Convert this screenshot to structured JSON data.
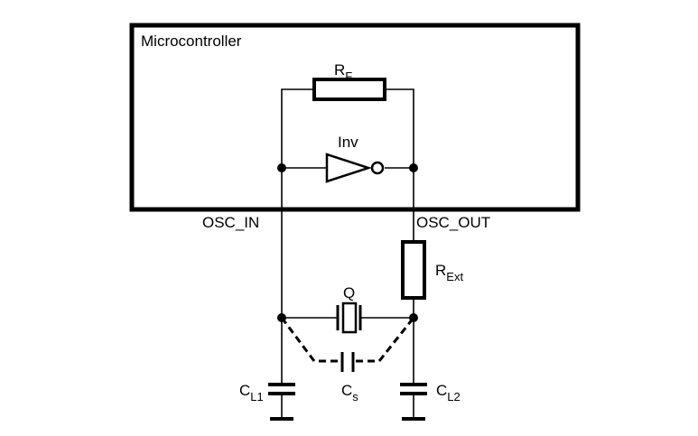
{
  "block": {
    "title": "Microcontroller"
  },
  "components": {
    "rf": {
      "main": "R",
      "sub": "F"
    },
    "inv": {
      "label": "Inv"
    },
    "rext": {
      "main": "R",
      "sub": "Ext"
    },
    "quartz": {
      "label": "Q"
    },
    "cs": {
      "main": "C",
      "sub": "s"
    },
    "cl1": {
      "main": "C",
      "sub": "L1"
    },
    "cl2": {
      "main": "C",
      "sub": "L2"
    }
  },
  "pins": {
    "osc_in": "OSC_IN",
    "osc_out": "OSC_OUT"
  }
}
